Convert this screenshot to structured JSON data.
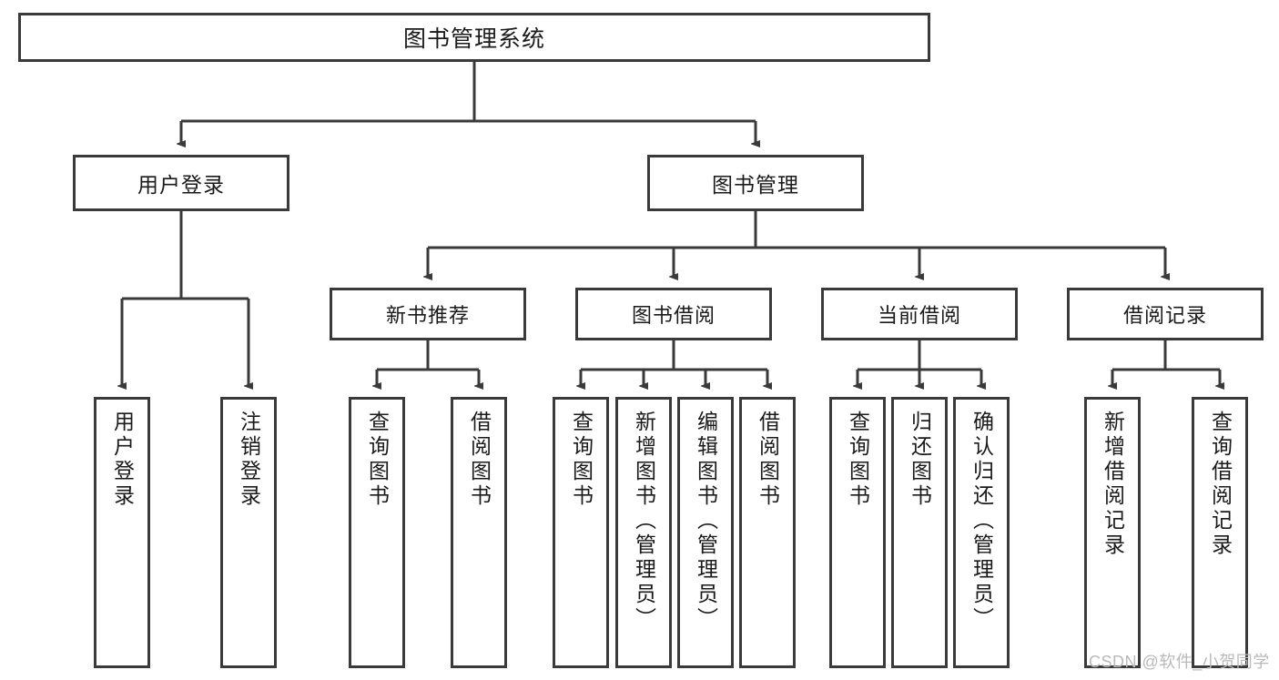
{
  "diagram": {
    "title": "图书管理系统",
    "type": "hierarchy-tree",
    "watermark": "CSDN @软件_小贺同学",
    "colors": {
      "box_border": "#3a3a3a",
      "box_fill": "#ffffff",
      "connector": "#3a3a3a",
      "text": "#1a1a1a",
      "watermark": "#b9b9b9"
    },
    "levels": {
      "root": [
        "图书管理系统"
      ],
      "level2": [
        "用户登录",
        "图书管理"
      ],
      "level3": [
        "新书推荐",
        "图书借阅",
        "当前借阅",
        "借阅记录"
      ],
      "leaves": [
        "用户登录",
        "注销登录",
        "查询图书",
        "借阅图书",
        "查询图书",
        "新增图书（管理员）",
        "编辑图书（管理员）",
        "借阅图书",
        "查询图书",
        "归还图书",
        "确认归还（管理员）",
        "新增借阅记录",
        "查询借阅记录"
      ]
    },
    "nodes": {
      "root": {
        "label": "图书管理系统"
      },
      "user_login": {
        "label": "用户登录"
      },
      "book_manage": {
        "label": "图书管理"
      },
      "new_book_rec": {
        "label": "新书推荐"
      },
      "book_borrow": {
        "label": "图书借阅"
      },
      "current_borrow": {
        "label": "当前借阅"
      },
      "borrow_record": {
        "label": "借阅记录"
      },
      "leaf_user_login": {
        "label": "用户登录"
      },
      "leaf_logout": {
        "label": "注销登录"
      },
      "leaf_query_book_1": {
        "label": "查询图书"
      },
      "leaf_borrow_book_1": {
        "label": "借阅图书"
      },
      "leaf_query_book_2": {
        "label": "查询图书"
      },
      "leaf_add_book": {
        "label": "新增图书（管理员）"
      },
      "leaf_edit_book": {
        "label": "编辑图书（管理员）"
      },
      "leaf_borrow_book_2": {
        "label": "借阅图书"
      },
      "leaf_query_book_3": {
        "label": "查询图书"
      },
      "leaf_return_book": {
        "label": "归还图书"
      },
      "leaf_confirm_return": {
        "label": "确认归还（管理员）"
      },
      "leaf_add_record": {
        "label": "新增借阅记录"
      },
      "leaf_query_record": {
        "label": "查询借阅记录"
      }
    }
  }
}
